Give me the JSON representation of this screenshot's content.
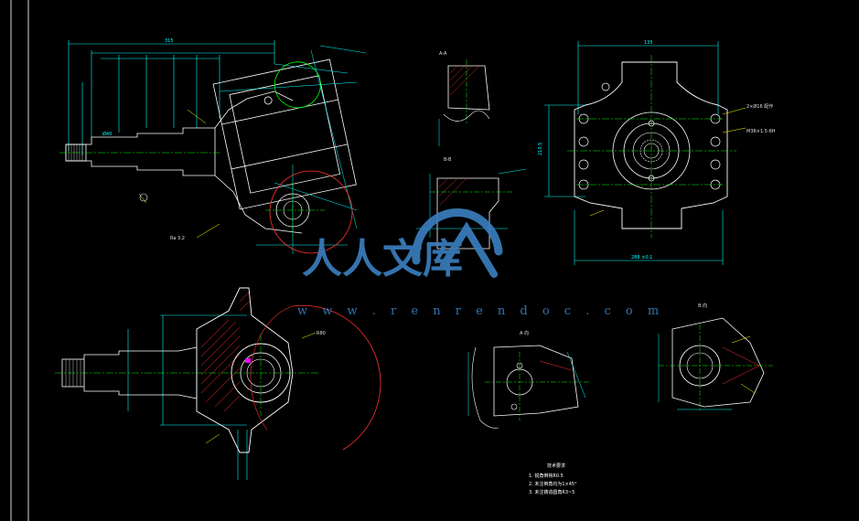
{
  "watermark": {
    "logo_text": "人人文库",
    "url": "w w w . r e n r e n d o c . c o m",
    "color": "#3a7dbd"
  },
  "view_labels": {
    "section_aa": "A-A",
    "section_bb": "B-B",
    "view_a": "A 向",
    "view_b": "B 向"
  },
  "tech_requirements": {
    "title": "技术要求",
    "items": [
      "1. 锐角倒钝R0.5",
      "2. 未注倒角均为1×45°",
      "3. 未注铸造圆角R3~5"
    ]
  },
  "dimensions": {
    "main_top_length": "315",
    "right_top_width": "135",
    "right_bottom_width": "288 ±0.1",
    "right_side_height": "210.5",
    "shaft_dia": "Ø40",
    "thread_label": "M36×1.5-6H",
    "hole_callout": "2×Ø16 配作",
    "radius_label": "R80"
  },
  "colors": {
    "outline": "#ffffff",
    "dimension": "#00ffff",
    "centerline": "#00ff00",
    "cutting": "#ff3030",
    "hatch": "#ff3030",
    "leader": "#ffff00",
    "highlight": "#ff00ff"
  }
}
